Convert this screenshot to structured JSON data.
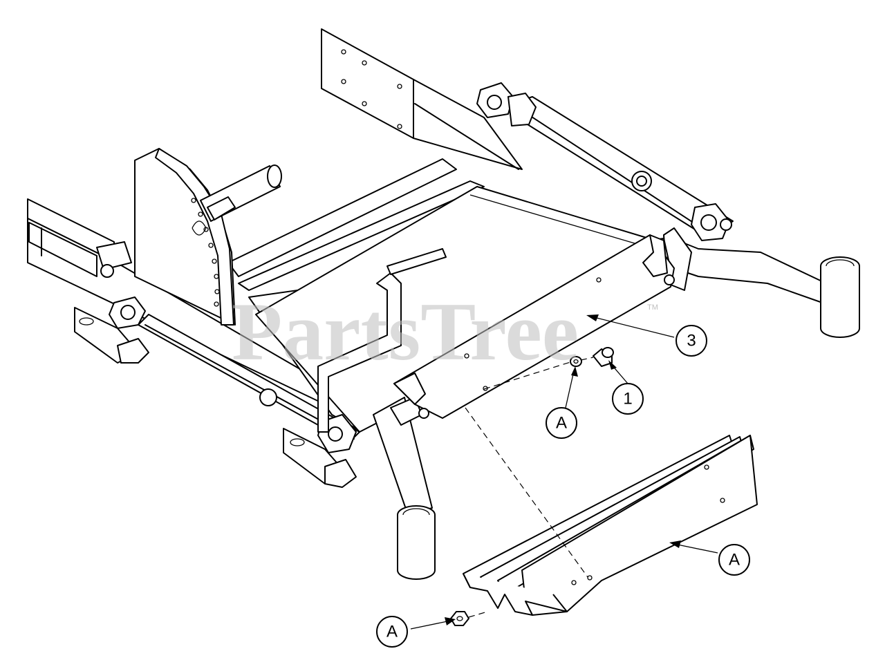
{
  "watermark": {
    "text": "PartsTree",
    "tm": "TM"
  },
  "callouts": {
    "part_3": "3",
    "part_1": "1",
    "ref_a_upper": "A",
    "ref_a_right": "A",
    "ref_a_lower": "A"
  }
}
